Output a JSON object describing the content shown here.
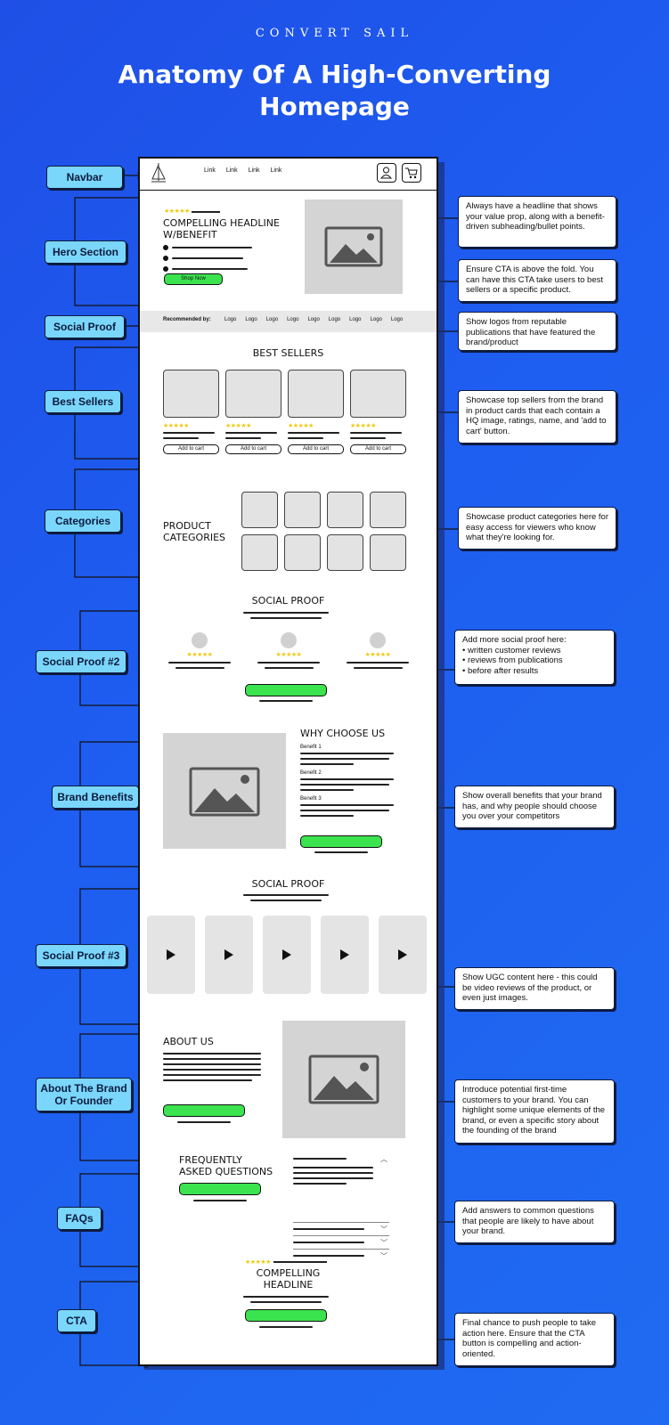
{
  "header": {
    "brand": "CONVERT SAIL",
    "title_line1": "Anatomy Of A High-Converting",
    "title_line2": "Homepage"
  },
  "labels": {
    "navbar": "Navbar",
    "hero": "Hero Section",
    "social_proof": "Social Proof",
    "best_sellers": "Best Sellers",
    "categories": "Categories",
    "social_proof_2": "Social Proof #2",
    "brand_benefits": "Brand Benefits",
    "social_proof_3": "Social Proof #3",
    "about_line1": "About The Brand",
    "about_line2": "Or Founder",
    "faqs": "FAQs",
    "cta": "CTA"
  },
  "notes": {
    "hero_headline": "Always have a headline that shows your value prop, along with a benefit-driven subheading/bullet points.",
    "hero_cta": "Ensure CTA is above the fold. You can have this CTA take users to best sellers or a specific product.",
    "social_proof": "Show logos from reputable publications that have featured the brand/product",
    "best_sellers": "Showcase top sellers from the brand in product cards that each contain a HQ image, ratings, name, and 'add to cart' button.",
    "categories": "Showcase product categories here for easy access for viewers who know what they're looking for.",
    "social_proof_2_intro": "Add more social proof here:",
    "social_proof_2_items": [
      "written customer reviews",
      "reviews from publications",
      "before after results"
    ],
    "brand_benefits": "Show overall benefits that your brand has, and why people should choose you over your competitors",
    "social_proof_3": "Show UGC content here - this could be video reviews of the product, or even just images.",
    "about": "Introduce potential first-time customers to your brand. You can highlight some unique elements of the brand, or even a specific story about the founding of the brand",
    "faqs": "Add answers to common questions that people are likely to  have about your brand.",
    "cta": "Final chance to push people to take action here. Ensure that the CTA button is compelling and action-oriented."
  },
  "wireframe": {
    "nav_links": [
      "Link",
      "Link",
      "Link",
      "Link"
    ],
    "hero_stars": "★★★★★",
    "hero_headline_1": "COMPELLING HEADLINE",
    "hero_headline_2": "W/BENEFIT",
    "hero_button": "Shop Now",
    "recommended": "Recommended by:",
    "logos": [
      "Logo",
      "Logo",
      "Logo",
      "Logo",
      "Logo",
      "Logo",
      "Logo",
      "Logo",
      "Logo"
    ],
    "best_sellers_title": "BEST SELLERS",
    "product_stars": "★★★★★",
    "add_to_cart": "Add to cart",
    "categories_title_1": "PRODUCT",
    "categories_title_2": "CATEGORIES",
    "social_proof_title": "SOCIAL PROOF",
    "review_stars": "★★★★★",
    "why_title": "WHY CHOOSE US",
    "benefits": [
      "Benefit 1",
      "Benefit 2",
      "Benefit 3"
    ],
    "social_proof_3_title": "SOCIAL PROOF",
    "about_title": "ABOUT US",
    "faq_title_1": "FREQUENTLY",
    "faq_title_2": "ASKED QUESTIONS",
    "cta_stars": "★★★★★",
    "cta_title_1": "COMPELLING",
    "cta_title_2": "HEADLINE"
  },
  "colors": {
    "background": "#1e5df0",
    "label_fill": "#7ad6fa",
    "button_green": "#3be34e",
    "stars": "#f3c80b"
  }
}
